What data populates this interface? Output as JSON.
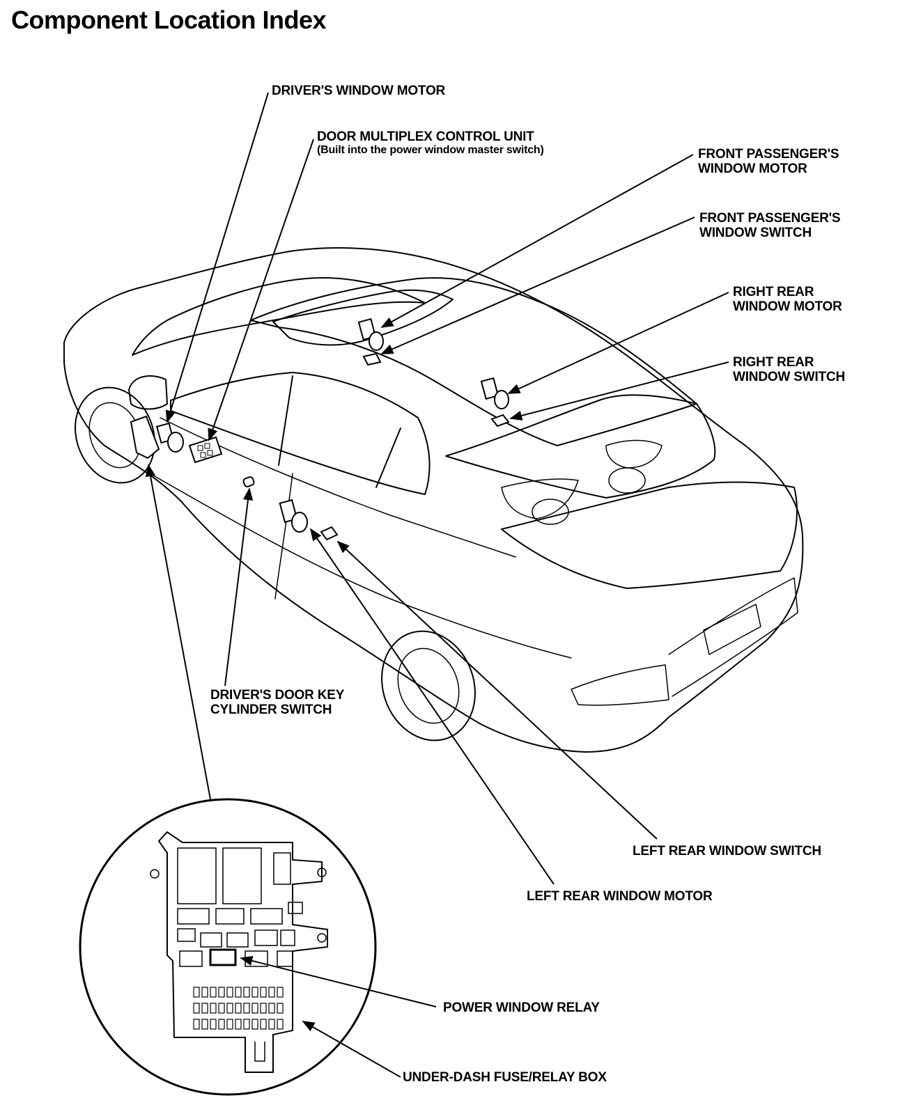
{
  "title": "Component Location Index",
  "labels": {
    "drivers_window_motor": "DRIVER'S WINDOW MOTOR",
    "door_multiplex_control_unit": "DOOR MULTIPLEX CONTROL UNIT",
    "door_multiplex_note": "(Built into the power window master switch)",
    "front_passengers_window_motor": [
      "FRONT PASSENGER'S",
      "WINDOW MOTOR"
    ],
    "front_passengers_window_switch": [
      "FRONT PASSENGER'S",
      "WINDOW SWITCH"
    ],
    "right_rear_window_motor": [
      "RIGHT REAR",
      "WINDOW MOTOR"
    ],
    "right_rear_window_switch": [
      "RIGHT REAR",
      "WINDOW SWITCH"
    ],
    "drivers_door_key_cylinder_switch": [
      "DRIVER'S DOOR KEY",
      "CYLINDER SWITCH"
    ],
    "left_rear_window_switch": "LEFT REAR WINDOW SWITCH",
    "left_rear_window_motor": "LEFT REAR WINDOW MOTOR",
    "power_window_relay": "POWER WINDOW RELAY",
    "under_dash_fuse_relay_box": "UNDER-DASH FUSE/RELAY BOX"
  }
}
